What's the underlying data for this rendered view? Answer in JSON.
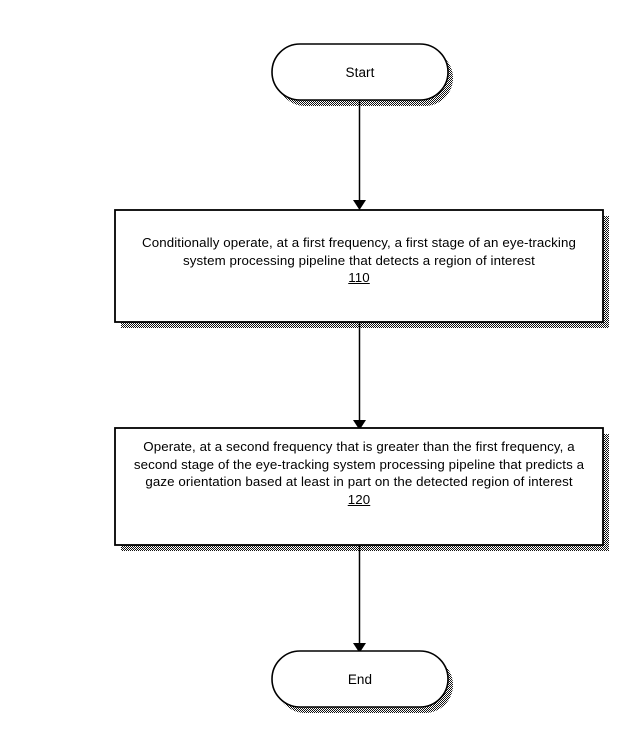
{
  "figure": {
    "type": "flowchart",
    "background_color": "#ffffff",
    "stroke_color": "#000000"
  },
  "nodes": {
    "start": {
      "shape": "terminator",
      "label": "Start"
    },
    "step_110": {
      "shape": "process",
      "text": "Conditionally operate, at a first frequency, a first stage of an eye-tracking system processing pipeline that detects a region of interest",
      "reference_numeral": "110"
    },
    "step_120": {
      "shape": "process",
      "text": "Operate, at a second frequency that is greater than the first frequency, a second stage of the eye-tracking system processing pipeline that predicts a gaze orientation based at least in part on the detected region of interest",
      "reference_numeral": "120"
    },
    "end": {
      "shape": "terminator",
      "label": "End"
    }
  },
  "connectors": [
    {
      "name": "start-to-110",
      "from": "start",
      "to": "step_110",
      "arrowhead": "solid-triangle"
    },
    {
      "name": "110-to-120",
      "from": "step_110",
      "to": "step_120",
      "arrowhead": "solid-triangle"
    },
    {
      "name": "120-to-end",
      "from": "step_120",
      "to": "end",
      "arrowhead": "solid-triangle"
    }
  ]
}
